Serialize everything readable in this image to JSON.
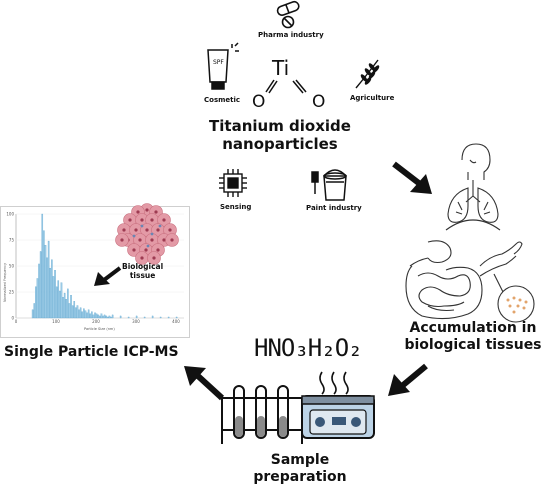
{
  "center": {
    "title_line1": "Titanium dioxide",
    "title_line2": "nanoparticles",
    "formula_ti": "Ti",
    "formula_o_left": "O",
    "formula_o_right": "O"
  },
  "applications": {
    "pharma": "Pharma industry",
    "cosmetic": "Cosmetic",
    "agriculture": "Agriculture",
    "sensing": "Sensing",
    "paint": "Paint industry",
    "spf": "SPF"
  },
  "steps": {
    "accumulation_line1": "Accumulation in",
    "accumulation_line2": "biological tissues",
    "sample_line1": "Sample",
    "sample_line2": "preparation",
    "reagents": "HNO₃H₂O₂",
    "single_particle": "Single Particle ICP-MS"
  },
  "histogram_panel": {
    "tissue_label_line1": "Biological",
    "tissue_label_line2": "tissue",
    "ylabel": "Normalized Frequency",
    "xlabel": "Particle Size (nm)",
    "y_ticks": [
      "100",
      "75",
      "50",
      "25",
      "0"
    ],
    "x_ticks": [
      "0",
      "100",
      "200",
      "300",
      "400"
    ]
  },
  "chart_data": {
    "type": "bar",
    "xlabel": "Particle Size (nm)",
    "ylabel": "Normalized Frequency",
    "xlim": [
      0,
      420
    ],
    "ylim": [
      0,
      100
    ],
    "bin_width": 4,
    "x": [
      40,
      44,
      48,
      52,
      56,
      60,
      64,
      68,
      72,
      76,
      80,
      84,
      88,
      92,
      96,
      100,
      104,
      108,
      112,
      116,
      120,
      124,
      128,
      132,
      136,
      140,
      144,
      148,
      152,
      156,
      160,
      164,
      168,
      172,
      176,
      180,
      184,
      188,
      192,
      196,
      200,
      204,
      208,
      212,
      216,
      220,
      224,
      228,
      232,
      236,
      240,
      260,
      280,
      300,
      320,
      340,
      360,
      380,
      400
    ],
    "values": [
      8,
      14,
      30,
      38,
      52,
      64,
      100,
      84,
      70,
      58,
      74,
      48,
      56,
      40,
      46,
      30,
      36,
      26,
      34,
      20,
      24,
      18,
      28,
      14,
      22,
      12,
      16,
      10,
      12,
      8,
      10,
      6,
      9,
      7,
      5,
      8,
      4,
      6,
      3,
      5,
      4,
      3,
      2,
      4,
      2,
      3,
      2,
      1,
      2,
      1,
      3,
      2,
      1,
      2,
      1,
      2,
      1,
      1,
      1
    ],
    "colors": {
      "bar": "#9ccbe6",
      "bar_edge": "#4d9cc9"
    }
  },
  "colors": {
    "arrow": "#111111",
    "tissue_fill": "#e39aa6",
    "tissue_dot": "#9e3b52",
    "tissue_blue": "#6b86b5",
    "bath_blue": "#bcd3e6",
    "tube_fill": "#8a8a8a"
  },
  "icons": [
    "capsule-icon",
    "sunscreen-tube-icon",
    "wheat-icon",
    "chip-icon",
    "paint-bucket-icon",
    "lungs-icon",
    "intestine-icon",
    "arm-skin-icon",
    "test-tubes-icon",
    "ultrasonic-bath-icon",
    "tissue-cluster-icon"
  ]
}
